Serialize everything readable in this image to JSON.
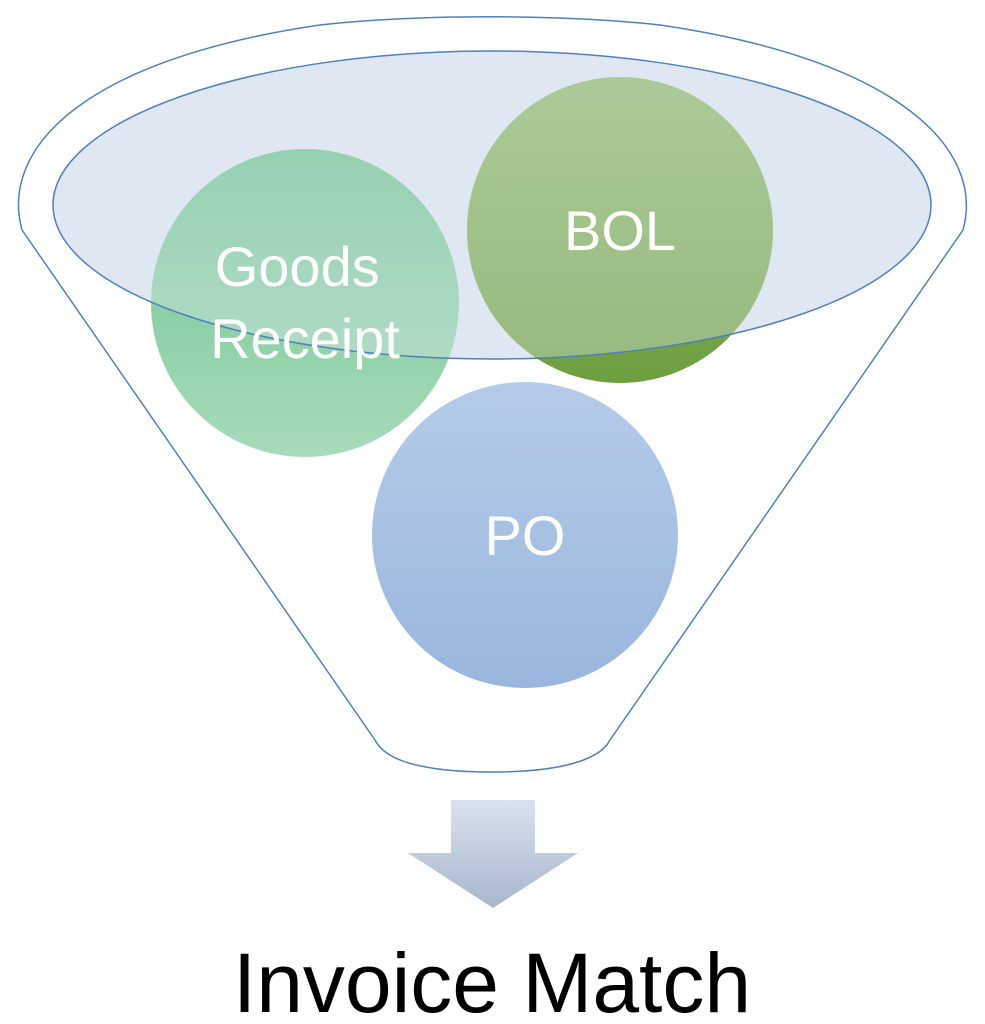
{
  "funnel": {
    "inputs": [
      {
        "id": "goods-receipt",
        "lines": [
          "Goods",
          "Receipt"
        ],
        "color": "#6cc28e"
      },
      {
        "id": "bol",
        "lines": [
          "BOL"
        ],
        "color": "#77a64b"
      },
      {
        "id": "po",
        "lines": [
          "PO"
        ],
        "color": "#9bb8df"
      }
    ],
    "outline_color": "#4f81bd",
    "rim_fill": "#dde6f1"
  },
  "arrow": {
    "color": "#c4d2e6"
  },
  "output": {
    "label": "Invoice Match"
  }
}
